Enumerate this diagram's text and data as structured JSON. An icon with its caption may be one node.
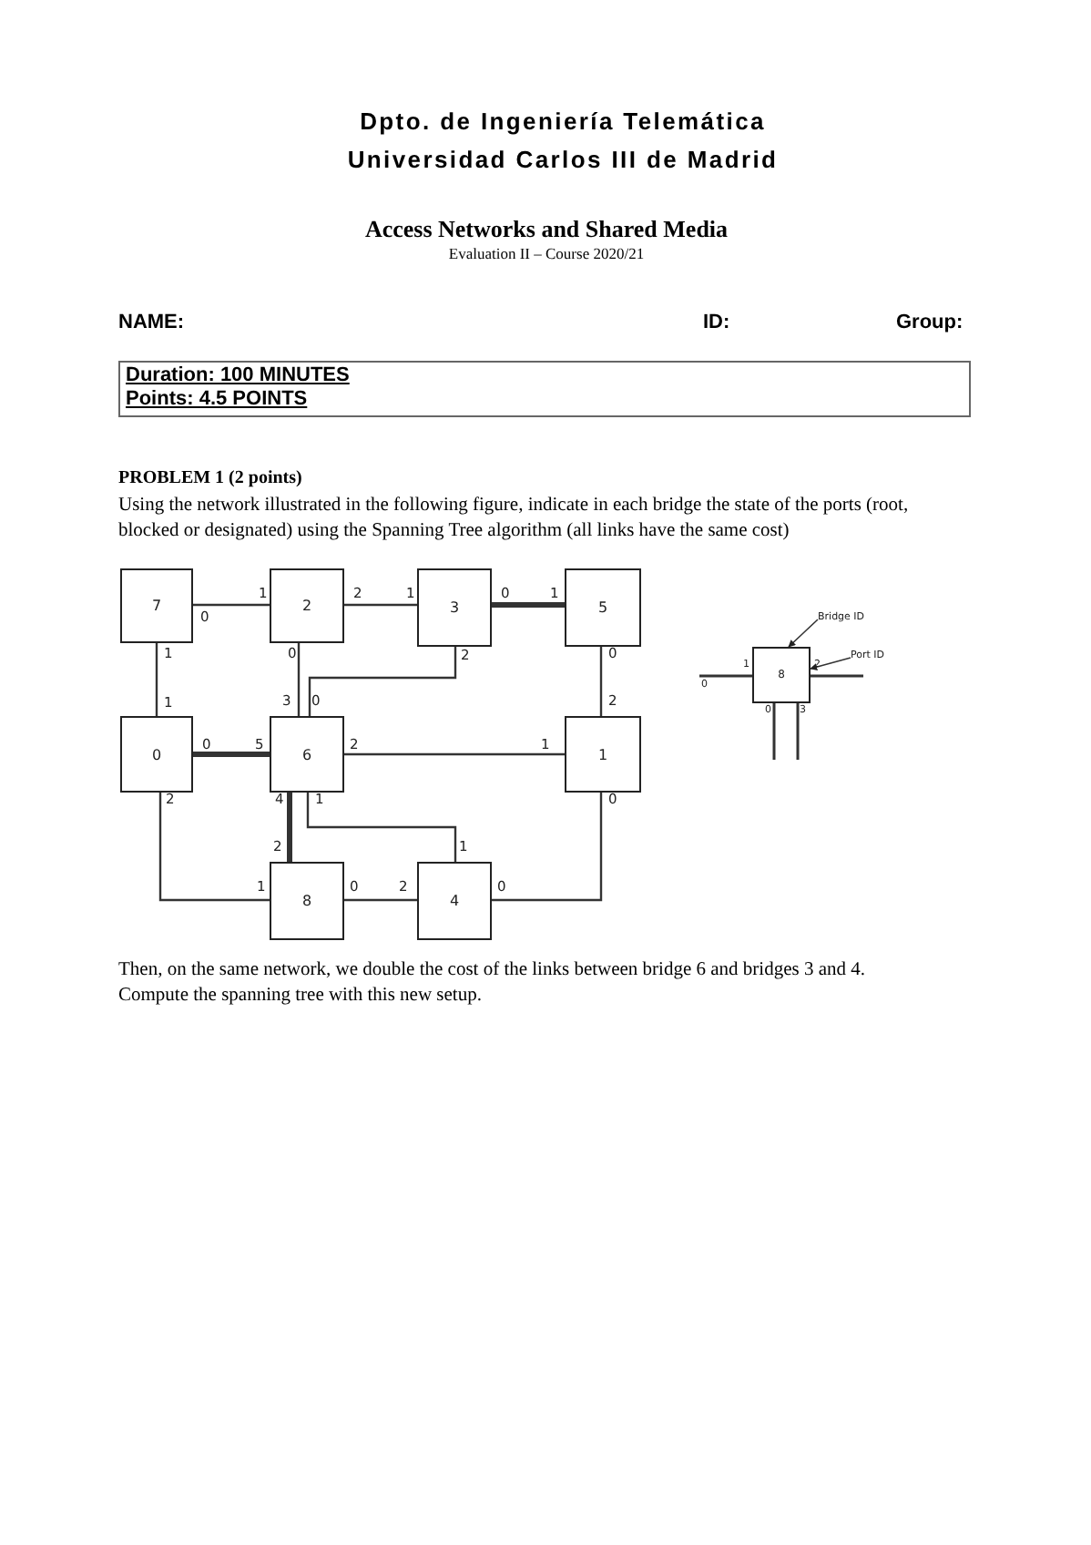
{
  "diagram": {
    "title": "Dpto. de Ingeniería Telemática",
    "nodes": [
      {
        "text": [
          "Duration: 100 MINUTES",
          "Points: 4.5 POINTS"
        ]
      },
      {
        "text": [
          "7"
        ]
      },
      {
        "text": [
          "2"
        ]
      },
      {
        "text": [
          "3"
        ]
      },
      {
        "text": [
          "5"
        ]
      },
      {
        "text": [
          "Bridge ID"
        ]
      },
      {
        "text": [
          "Port ID"
        ]
      },
      {
        "text": [
          "8"
        ]
      },
      {
        "text": [
          "0"
        ]
      },
      {
        "text": [
          "6"
        ]
      },
      {
        "text": [
          "1"
        ]
      },
      {
        "text": [
          "8"
        ]
      },
      {
        "text": [
          "4"
        ]
      }
    ],
    "edges": [
      {
        "from": 1,
        "to": 2,
        "arrow": "none"
      },
      {
        "from": 2,
        "to": 3,
        "arrow": "none"
      },
      {
        "from": 3,
        "to": 4,
        "arrow": "none",
        "style": "thick"
      },
      {
        "from": 1,
        "to": 8,
        "arrow": "none"
      },
      {
        "from": 2,
        "to": 9,
        "arrow": "none"
      },
      {
        "from": 3,
        "to": 9,
        "arrow": "none"
      },
      {
        "from": 4,
        "to": 10,
        "arrow": "none"
      },
      {
        "from": 8,
        "to": 9,
        "arrow": "none",
        "style": "thick"
      },
      {
        "from": 9,
        "to": 10,
        "arrow": "none"
      },
      {
        "from": 8,
        "to": 11,
        "arrow": "none"
      },
      {
        "from": 9,
        "to": 11,
        "arrow": "none",
        "style": "thick"
      },
      {
        "from": 9,
        "to": 12,
        "arrow": "none"
      },
      {
        "from": 11,
        "to": 12,
        "arrow": "none"
      },
      {
        "from": 12,
        "to": 10,
        "arrow": "none"
      },
      {
        "from": 5,
        "to": 7,
        "arrow": "to"
      },
      {
        "from": 6,
        "to": 7,
        "arrow": "to"
      }
    ],
    "labels": [
      "Universidad Carlos III de Madrid",
      "Access Networks and Shared Media",
      "Evaluation II – Course 2020/21",
      "NAME:",
      "ID:",
      "Group:",
      "PROBLEM 1 (2 points)",
      "Using the network illustrated in the following figure, indicate in each bridge the state of the ports (root, blocked or designated) using the Spanning Tree algorithm (all links have the same cost)",
      "1",
      "2",
      "1",
      "0",
      "1",
      "0",
      "1",
      "0",
      "2",
      "0",
      "1",
      "2",
      "0",
      "1",
      "3",
      "0",
      "2",
      "0",
      "3",
      "0",
      "5",
      "2",
      "1",
      "2",
      "4",
      "1",
      "0",
      "2",
      "1",
      "1",
      "0",
      "2",
      "0",
      "Then, on the same network, we double the cost of the links between bridge 6 and bridges 3 and 4. Compute the spanning tree with this new setup."
    ]
  }
}
